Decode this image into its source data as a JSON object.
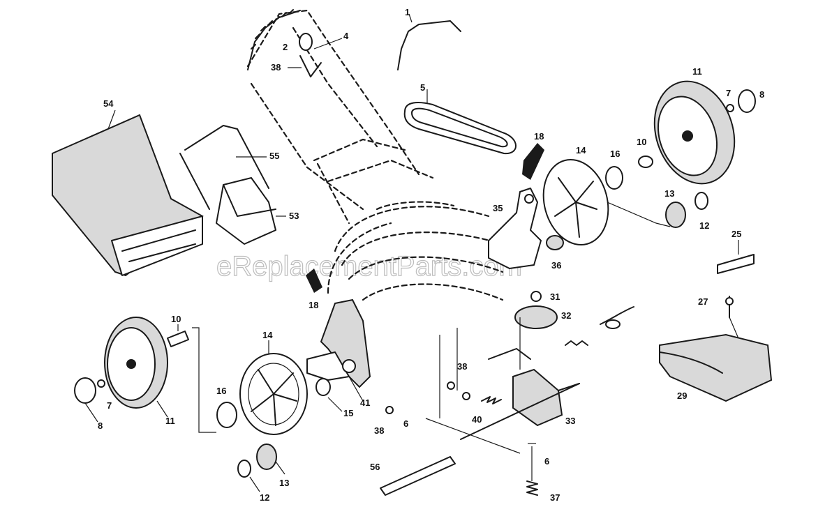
{
  "watermark": "eReplacementParts.com",
  "callouts": [
    {
      "id": "c1",
      "text": "1"
    },
    {
      "id": "c2",
      "text": "2"
    },
    {
      "id": "c4",
      "text": "4"
    },
    {
      "id": "c38a",
      "text": "38"
    },
    {
      "id": "c5",
      "text": "5"
    },
    {
      "id": "c54",
      "text": "54"
    },
    {
      "id": "c55",
      "text": "55"
    },
    {
      "id": "c53",
      "text": "53"
    },
    {
      "id": "c18a",
      "text": "18"
    },
    {
      "id": "c18b",
      "text": "18"
    },
    {
      "id": "c14a",
      "text": "14"
    },
    {
      "id": "c14b",
      "text": "14"
    },
    {
      "id": "c16a",
      "text": "16"
    },
    {
      "id": "c16b",
      "text": "16"
    },
    {
      "id": "c10a",
      "text": "10"
    },
    {
      "id": "c10b",
      "text": "10"
    },
    {
      "id": "c11a",
      "text": "11"
    },
    {
      "id": "c11b",
      "text": "11"
    },
    {
      "id": "c7a",
      "text": "7"
    },
    {
      "id": "c7b",
      "text": "7"
    },
    {
      "id": "c8a",
      "text": "8"
    },
    {
      "id": "c8b",
      "text": "8"
    },
    {
      "id": "c13a",
      "text": "13"
    },
    {
      "id": "c13b",
      "text": "13"
    },
    {
      "id": "c12a",
      "text": "12"
    },
    {
      "id": "c12b",
      "text": "12"
    },
    {
      "id": "c35",
      "text": "35"
    },
    {
      "id": "c36",
      "text": "36"
    },
    {
      "id": "c25",
      "text": "25"
    },
    {
      "id": "c27",
      "text": "27"
    },
    {
      "id": "c29",
      "text": "29"
    },
    {
      "id": "c31",
      "text": "31"
    },
    {
      "id": "c32",
      "text": "32"
    },
    {
      "id": "c41",
      "text": "41"
    },
    {
      "id": "c15",
      "text": "15"
    },
    {
      "id": "c38b",
      "text": "38"
    },
    {
      "id": "c38c",
      "text": "38"
    },
    {
      "id": "c6a",
      "text": "6"
    },
    {
      "id": "c6b",
      "text": "6"
    },
    {
      "id": "c40",
      "text": "40"
    },
    {
      "id": "c33",
      "text": "33"
    },
    {
      "id": "c56",
      "text": "56"
    },
    {
      "id": "c37",
      "text": "37"
    }
  ]
}
